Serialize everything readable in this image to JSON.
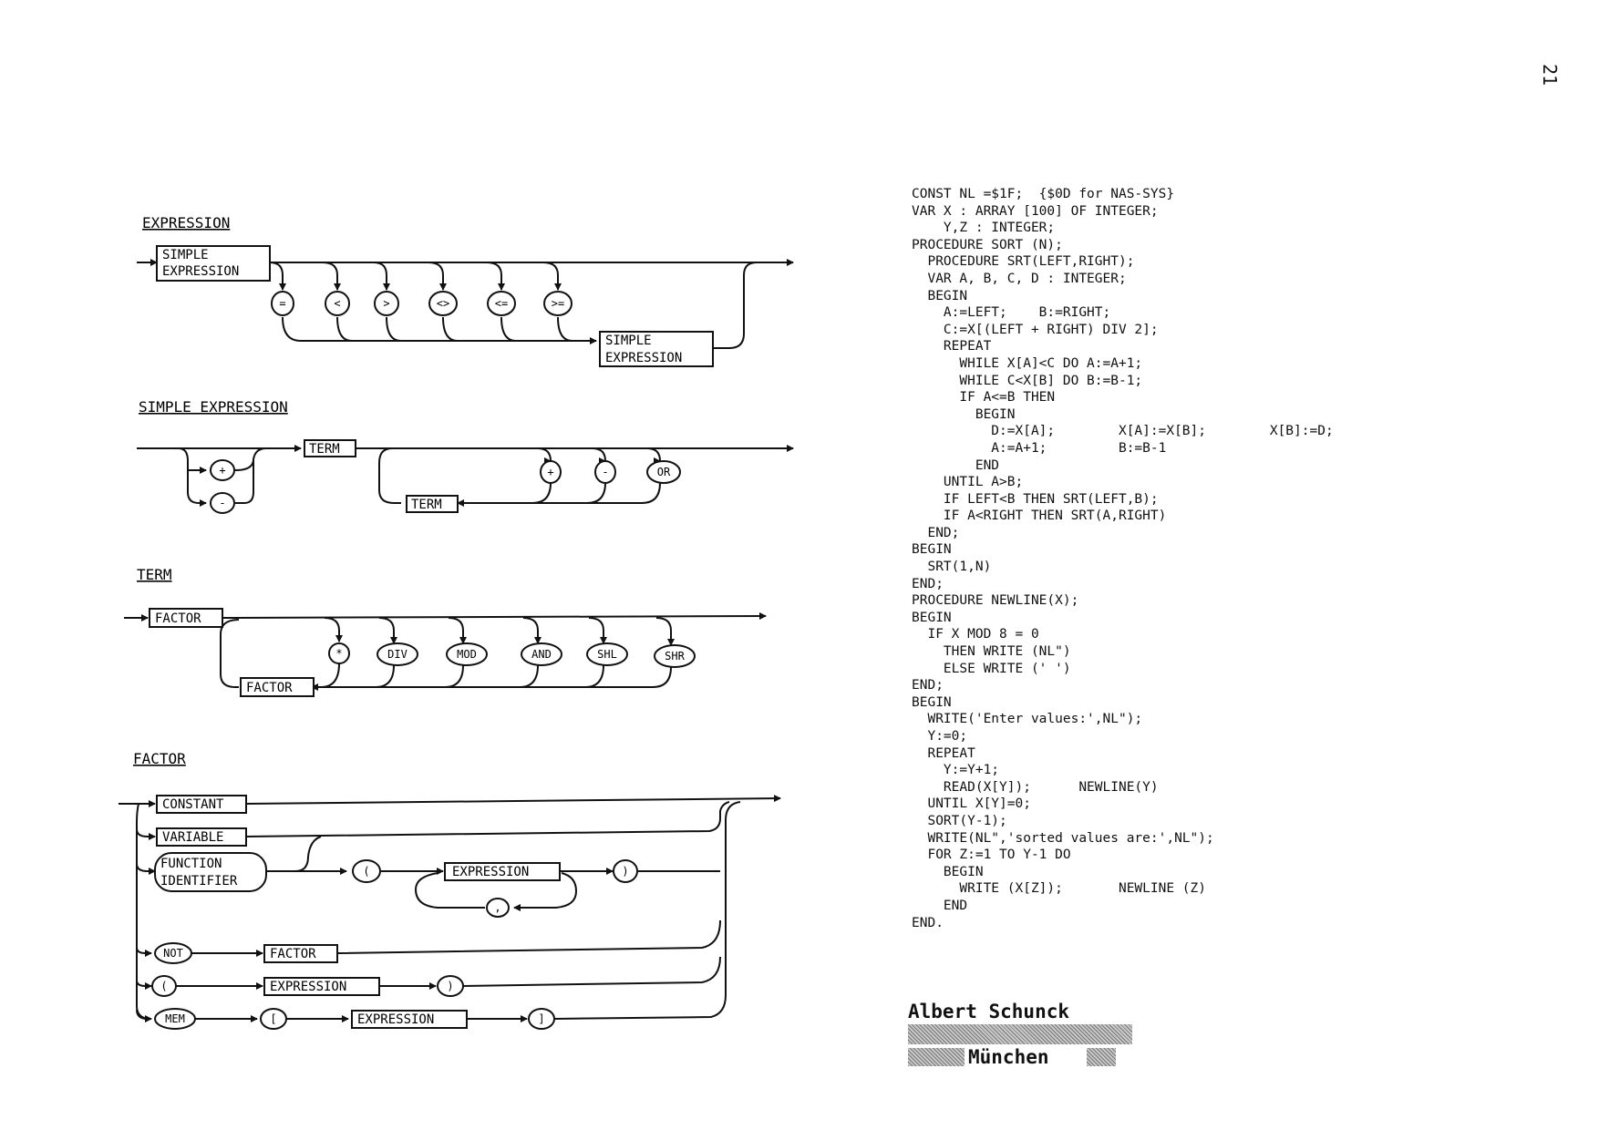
{
  "page_number": "21",
  "diagrams": {
    "expression": {
      "title": "EXPRESSION",
      "simple_expression_top": [
        "SIMPLE",
        "EXPRESSION"
      ],
      "simple_expression_bottom": [
        "SIMPLE",
        "EXPRESSION"
      ],
      "operators": [
        "=",
        "<",
        ">",
        "<>",
        "<=",
        ">="
      ]
    },
    "simple_expression": {
      "title": "SIMPLE EXPRESSION",
      "term_top": "TERM",
      "term_bottom": "TERM",
      "signs": [
        "+",
        "-"
      ],
      "operators": [
        "+",
        "-",
        "OR"
      ]
    },
    "term": {
      "title": "TERM",
      "factor_top": "FACTOR",
      "factor_bottom": "FACTOR",
      "operators": [
        "*",
        "DIV",
        "MOD",
        "AND",
        "SHL",
        "SHR"
      ]
    },
    "factor": {
      "title": "FACTOR",
      "constant": "CONSTANT",
      "variable": "VARIABLE",
      "function_identifier": [
        "FUNCTION",
        "IDENTIFIER"
      ],
      "open_paren": "(",
      "close_paren": ")",
      "comma": ",",
      "expression": "EXPRESSION",
      "not": "NOT",
      "factor": "FACTOR",
      "mem": "MEM",
      "open_bracket": "[",
      "close_bracket": "]"
    }
  },
  "code": [
    "CONST NL =$1F;  {$0D for NAS-SYS}",
    "VAR X : ARRAY [100] OF INTEGER;",
    "    Y,Z : INTEGER;",
    "PROCEDURE SORT (N);",
    "  PROCEDURE SRT(LEFT,RIGHT);",
    "  VAR A, B, C, D : INTEGER;",
    "  BEGIN",
    "    A:=LEFT;    B:=RIGHT;",
    "    C:=X[(LEFT + RIGHT) DIV 2];",
    "    REPEAT",
    "      WHILE X[A]<C DO A:=A+1;",
    "      WHILE C<X[B] DO B:=B-1;",
    "      IF A<=B THEN",
    "        BEGIN",
    "          D:=X[A];        X[A]:=X[B];        X[B]:=D;",
    "          A:=A+1;         B:=B-1",
    "        END",
    "    UNTIL A>B;",
    "    IF LEFT<B THEN SRT(LEFT,B);",
    "    IF A<RIGHT THEN SRT(A,RIGHT)",
    "  END;",
    "BEGIN",
    "  SRT(1,N)",
    "END;",
    "PROCEDURE NEWLINE(X);",
    "BEGIN",
    "  IF X MOD 8 = 0",
    "    THEN WRITE (NL\")",
    "    ELSE WRITE (' ')",
    "END;",
    "BEGIN",
    "  WRITE('Enter values:',NL\");",
    "  Y:=0;",
    "  REPEAT",
    "    Y:=Y+1;",
    "    READ(X[Y]);      NEWLINE(Y)",
    "  UNTIL X[Y]=0;",
    "  SORT(Y-1);",
    "  WRITE(NL\",'sorted values are:',NL\");",
    "  FOR Z:=1 TO Y-1 DO",
    "    BEGIN",
    "      WRITE (X[Z]);       NEWLINE (Z)",
    "    END",
    "END."
  ],
  "author": "Albert Schunck",
  "city": "München"
}
